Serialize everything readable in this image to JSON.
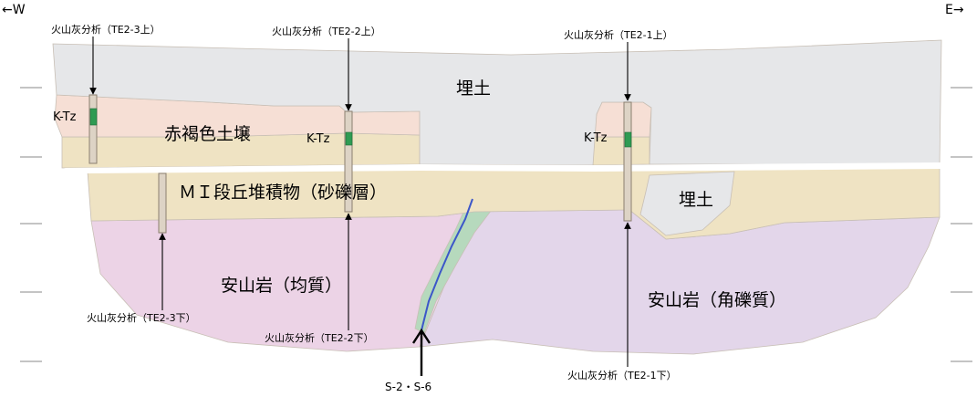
{
  "directions": {
    "west": "←W",
    "east": "E→"
  },
  "strata": {
    "fill_top": "埋土",
    "fill_right": "埋土",
    "red_soil": "赤褐色土壌",
    "terrace": "ＭＩ段丘堆積物（砂礫層）",
    "andesite_homogeneous": "安山岩（均質）",
    "andesite_breccia": "安山岩（角礫質）"
  },
  "samples": {
    "te2_3_top": "火山灰分析（TE2-3上）",
    "te2_2_top": "火山灰分析（TE2-2上）",
    "te2_1_top": "火山灰分析（TE2-1上）",
    "te2_3_bottom": "火山灰分析（TE2-3下）",
    "te2_2_bottom": "火山灰分析（TE2-2下）",
    "te2_1_bottom": "火山灰分析（TE2-1下）"
  },
  "tephra_label": "K-Tz",
  "fault_label": "S-2・S-6",
  "colors": {
    "fill_gray": "#e6e7e9",
    "red_soil": "#f6dfd5",
    "gravel": "#efe3c3",
    "andesite_homogeneous": "#ecd3e6",
    "andesite_breccia": "#e3d6ea",
    "fault_zone": "#b6d9bd",
    "fault_line": "#3b56c9",
    "tephra": "#2f9b53"
  }
}
